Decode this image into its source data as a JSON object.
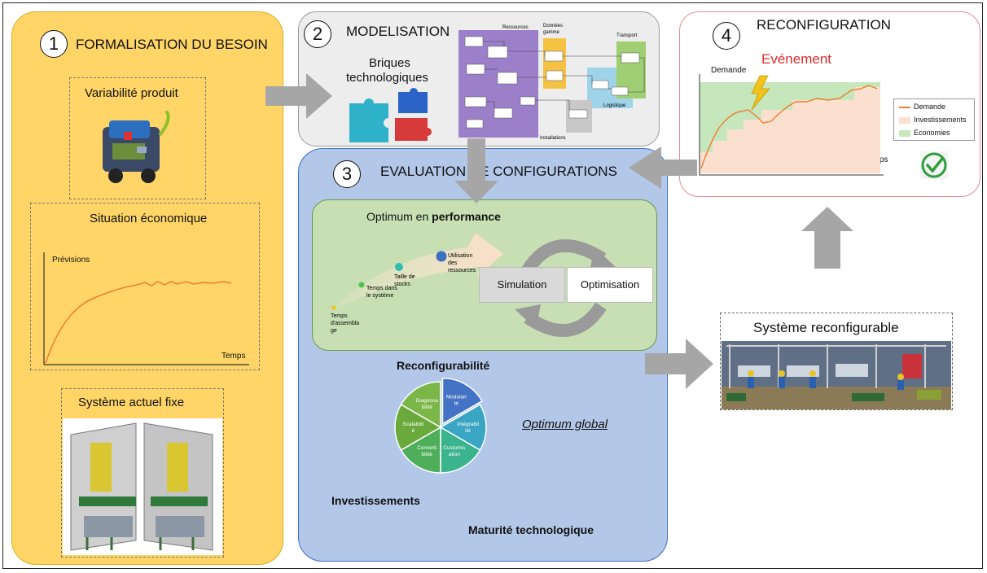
{
  "panel1": {
    "number": "1",
    "title": "FORMALISATION DU BESOIN",
    "variability": {
      "label": "Variabilité produit",
      "image": "engine-render"
    },
    "economic": {
      "label": "Situation économique",
      "y_label": "Prévisions",
      "x_label": "Temps"
    },
    "fixed_system": {
      "label": "Système actuel fixe",
      "image": "fixed-assembly-line-render"
    }
  },
  "panel2": {
    "number": "2",
    "title": "MODELISATION",
    "bricks_label_line1": "Briques",
    "bricks_label_line2": "technologiques",
    "diagram_labels": {
      "ressources": "Ressources",
      "donnees_line1": "Données",
      "donnees_line2": "gamme",
      "transport": "Transport",
      "logistique": "Logistique",
      "installations": "Installations"
    }
  },
  "panel3": {
    "number": "3",
    "title": "EVALUATION DE CONFIGURATIONS",
    "performance_prefix": "Optimum en ",
    "performance_bold": "performance",
    "path_steps": [
      {
        "line1": "Temps",
        "line2": "d'assembla",
        "line3": "ge"
      },
      {
        "line1": "Temps dans",
        "line2": "le système",
        "line3": ""
      },
      {
        "line1": "Taille de",
        "line2": "stocks",
        "line3": ""
      },
      {
        "line1": "Utilisation",
        "line2": "des",
        "line3": "ressources"
      }
    ],
    "simulation": "Simulation",
    "optimisation": "Optimisation",
    "reconfig_title": "Reconfigurabilité",
    "pie_segments": [
      {
        "line1": "Modulari",
        "line2": "té",
        "color": "#4472c4"
      },
      {
        "line1": "Intégrabil",
        "line2": "ité",
        "color": "#3aa6c4"
      },
      {
        "line1": "Customis",
        "line2": "ation",
        "color": "#3bb38c"
      },
      {
        "line1": "Converti",
        "line2": "bilité",
        "color": "#4fae5a"
      },
      {
        "line1": "Scalabilit",
        "line2": "é",
        "color": "#6aaa3d"
      },
      {
        "line1": "Diagnosa",
        "line2": "bilité",
        "color": "#7ab648"
      }
    ],
    "optimum_global": "Optimum global",
    "investissements": "Investissements",
    "maturite": "Maturité technologique"
  },
  "panel4": {
    "number": "4",
    "title": "RECONFIGURATION",
    "event": "Evénement",
    "y_label": "Demande",
    "x_label": "Temps",
    "legend": [
      {
        "label": "Demande",
        "color": "#ed7d31"
      },
      {
        "label": "Investissements",
        "color": "#fbe0cf"
      },
      {
        "label": "Economies",
        "color": "#c6e6bc"
      }
    ]
  },
  "reconfigurable_system": {
    "label": "Système reconfigurable",
    "image": "reconfigurable-line-render"
  },
  "colors": {
    "panel1_fill": "#fed566",
    "panel1_border": "#e3ac1f",
    "panel2_fill": "#ededed",
    "panel3_fill": "#b3c7e8",
    "panel3_border": "#3d6fc2",
    "panel4_border": "#e48e8e",
    "perf_fill": "#c7dfb3",
    "arrow": "#a6a6a6",
    "event_red": "#e02b2b"
  }
}
